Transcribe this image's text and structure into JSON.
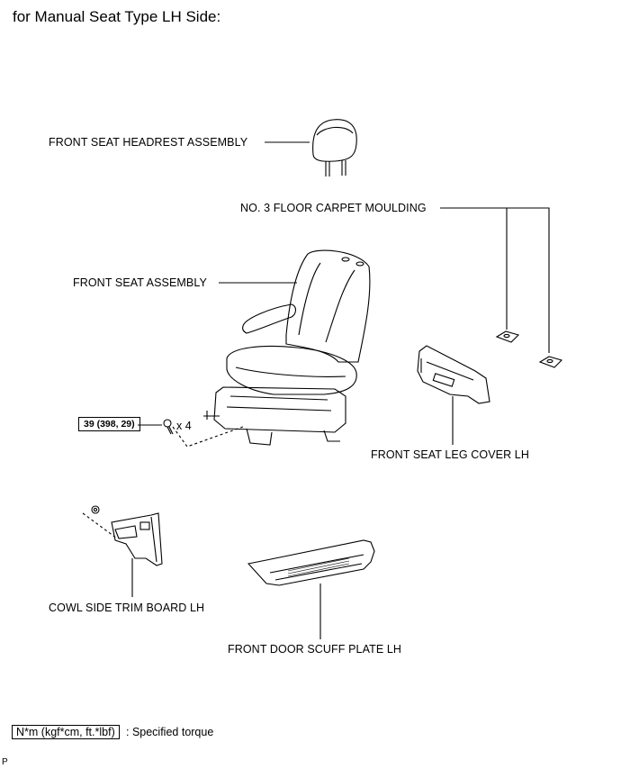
{
  "title": "for Manual Seat Type LH Side:",
  "labels": {
    "headrest": "FRONT SEAT HEADREST ASSEMBLY",
    "carpet_moulding": "NO. 3 FLOOR CARPET MOULDING",
    "seat_assembly": "FRONT SEAT ASSEMBLY",
    "leg_cover": "FRONT SEAT LEG COVER LH",
    "cowl_trim": "COWL SIDE TRIM BOARD LH",
    "scuff_plate": "FRONT DOOR SCUFF PLATE LH"
  },
  "torque": {
    "value": "39 (398, 29)",
    "quantity": "x 4"
  },
  "legend": {
    "unit_box": "N*m (kgf*cm, ft.*lbf)",
    "description": ": Specified torque"
  },
  "page_code": "P"
}
